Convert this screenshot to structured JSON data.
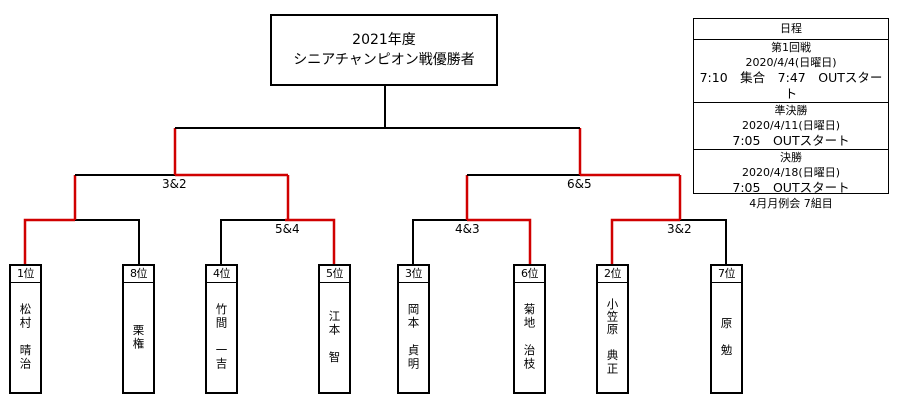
{
  "title": {
    "line1": "2021年度",
    "line2": "シニアチャンピオン戦優勝者"
  },
  "colors": {
    "line": "#000000",
    "winner": "#d00000"
  },
  "players": [
    {
      "rank": "1位",
      "name1": "松村",
      "name2": "晴治"
    },
    {
      "rank": "8位",
      "name1": "栗権",
      "name2": ""
    },
    {
      "rank": "4位",
      "name1": "竹間",
      "name2": "一吉"
    },
    {
      "rank": "5位",
      "name1": "江本",
      "name2": "智"
    },
    {
      "rank": "3位",
      "name1": "岡本",
      "name2": "貞明"
    },
    {
      "rank": "6位",
      "name1": "菊地",
      "name2": "治枝"
    },
    {
      "rank": "2位",
      "name1": "小笠原",
      "name2": "典正"
    },
    {
      "rank": "7位",
      "name1": "原",
      "name2": "勉"
    }
  ],
  "scores": {
    "r1": [
      "",
      "5&4",
      "4&3",
      "3&2"
    ],
    "sf": [
      "3&2",
      "6&5"
    ]
  },
  "schedule": {
    "header": "日程",
    "round1": {
      "title": "第1回戦",
      "date": "2020/4/4(日曜日)",
      "time": "7:10　集合　7:47　OUTスタート"
    },
    "semi": {
      "title": "準決勝",
      "date": "2020/4/11(日曜日)",
      "time": "7:05　OUTスタート"
    },
    "final": {
      "title": "決勝",
      "date": "2020/4/18(日曜日)",
      "time": "7:05　OUTスタート",
      "note": "4月月例会 7組目"
    }
  }
}
